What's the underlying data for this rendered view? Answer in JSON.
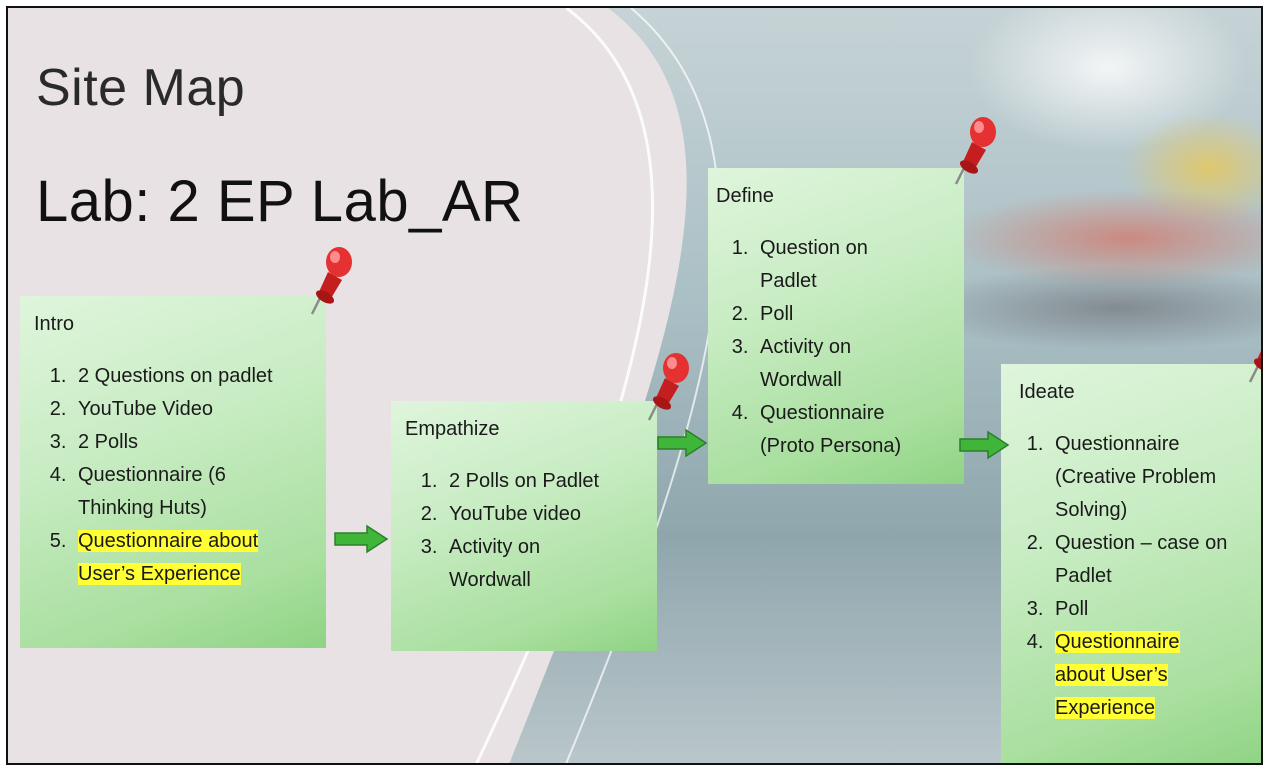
{
  "title": "Site Map",
  "subtitle": "Lab: 2 EP Lab_AR",
  "colors": {
    "note": "#c8ecc3",
    "highlight": "#ffff33",
    "pin": "#d32a2a",
    "arrow": "#3fb63a"
  },
  "notes": {
    "intro": {
      "heading": "Intro",
      "items": [
        "2 Questions on padlet",
        "YouTube Video",
        "2 Polls",
        "Questionnaire (6 Thinking Huts)",
        "Questionnaire about User’s Experience"
      ]
    },
    "empathize": {
      "heading": "Empathize",
      "items": [
        "2 Polls on Padlet",
        "YouTube video",
        "Activity on Wordwall"
      ]
    },
    "define": {
      "heading": "Define",
      "items": [
        "Question on Padlet",
        "Poll",
        "Activity on Wordwall",
        "Questionnaire (Proto Persona)"
      ]
    },
    "ideate": {
      "heading": "Ideate",
      "items": [
        "Questionnaire (Creative Problem Solving)",
        "Question – case on Padlet",
        "Poll",
        "Questionnaire about User’s Experience"
      ]
    }
  },
  "icons": {
    "pin": "pushpin-icon",
    "arrow": "right-arrow-icon"
  }
}
